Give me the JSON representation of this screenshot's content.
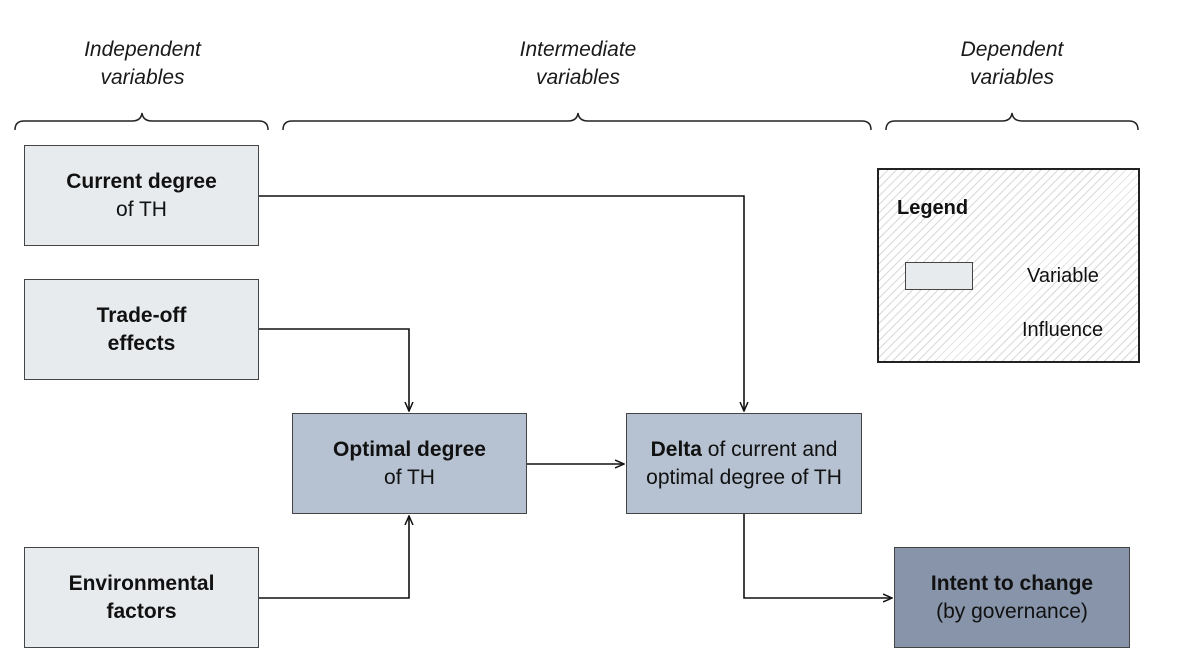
{
  "headers": {
    "independent": {
      "line1": "Independent",
      "line2": "variables"
    },
    "intermediate": {
      "line1": "Intermediate",
      "line2": "variables"
    },
    "dependent": {
      "line1": "Dependent",
      "line2": "variables"
    }
  },
  "nodes": {
    "current_degree": {
      "bold": "Current degree",
      "normal": "of TH"
    },
    "trade_off": {
      "bold": "Trade-off",
      "bold2": "effects"
    },
    "environmental": {
      "bold": "Environmental",
      "bold2": "factors"
    },
    "optimal_degree": {
      "bold": "Optimal degree",
      "normal": "of TH"
    },
    "delta": {
      "bold": "Delta",
      "normal_inline": " of current and",
      "normal": "optimal degree of TH"
    },
    "intent": {
      "bold": "Intent to change",
      "normal": "(by governance)"
    }
  },
  "legend": {
    "title": "Legend",
    "variable_label": "Variable",
    "influence_label": "Influence"
  },
  "colors": {
    "independent": "#e8ebee",
    "intermediate": "#b6c2d1",
    "dependent": "#8794a9",
    "line": "#111111"
  },
  "edges": [
    {
      "from": "current_degree",
      "to": "delta"
    },
    {
      "from": "trade_off",
      "to": "optimal_degree"
    },
    {
      "from": "environmental",
      "to": "optimal_degree"
    },
    {
      "from": "optimal_degree",
      "to": "delta"
    },
    {
      "from": "delta",
      "to": "intent"
    }
  ]
}
